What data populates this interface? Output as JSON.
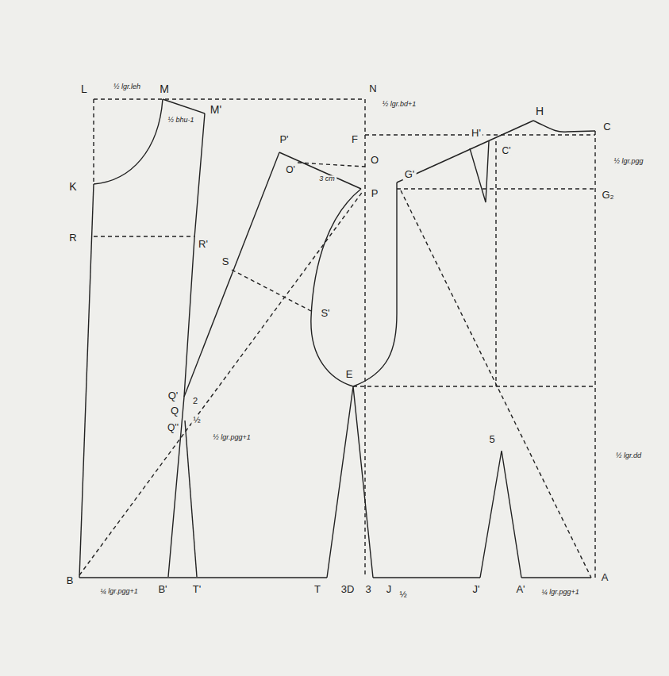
{
  "diagram": {
    "labels": [
      "L",
      "½ lgr.leh",
      "M",
      "M'",
      "½ bhu-1",
      "N",
      "½ lgr.bd+1",
      "F",
      "H",
      "H'",
      "C'",
      "C",
      "½ lgr.pgg",
      "K",
      "P'",
      "O'",
      "O",
      "P",
      "3 cm",
      "G'",
      "G₂",
      "R",
      "R'",
      "S",
      "S'",
      "E",
      "5",
      "Q'",
      "2",
      "Q",
      "Q''",
      "½",
      "½ lgr.pgg+1",
      "½ lgr.dd",
      "B",
      "¼ lgr.pgg+1",
      "B'",
      "T'",
      "T",
      "3D",
      "3",
      "J",
      "½",
      "J'",
      "A'",
      "¼ lgr.pgg+1",
      "A"
    ]
  }
}
